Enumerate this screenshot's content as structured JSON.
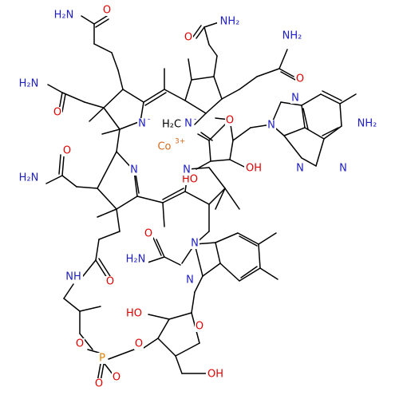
{
  "molecule": {
    "atoms": {
      "o_top1": {
        "text": "O",
        "color": "#e00000"
      },
      "nh2_top1": {
        "text": "H₂N",
        "color": "#2020c0"
      },
      "o_top2": {
        "text": "O",
        "color": "#e00000"
      },
      "nh2_top2": {
        "text": "NH₂",
        "color": "#2020c0"
      },
      "nh2_top3": {
        "text": "NH₂",
        "color": "#2020c0"
      },
      "o_top3": {
        "text": "O",
        "color": "#e00000"
      },
      "nh2_left1": {
        "text": "H₂N",
        "color": "#2020c0"
      },
      "o_left1": {
        "text": "O",
        "color": "#e00000"
      },
      "n_pyrrole1": {
        "text": "N",
        "color": "#2020c0"
      },
      "n_pyrrole1_charge": {
        "text": "-",
        "color": "#2020c0"
      },
      "h2c": {
        "text": "H₂C",
        "color": "#000000"
      },
      "n_minus2": {
        "text": "N",
        "color": "#2020c0"
      },
      "n_minus2_charge": {
        "text": "-",
        "color": "#2020c0"
      },
      "co": {
        "text": "Co",
        "color": "#d2691e"
      },
      "co_charge": {
        "text": "3+",
        "color": "#d2691e"
      },
      "o_ribose": {
        "text": "O",
        "color": "#e00000"
      },
      "n_ad1": {
        "text": "N",
        "color": "#2020c0"
      },
      "n_ad2": {
        "text": "N",
        "color": "#2020c0"
      },
      "n_ad3": {
        "text": "N",
        "color": "#2020c0"
      },
      "n_ad4": {
        "text": "N",
        "color": "#2020c0"
      },
      "nh2_ad": {
        "text": "NH₂",
        "color": "#2020c0"
      },
      "oh_ribose1": {
        "text": "OH",
        "color": "#e00000"
      },
      "ho_ribose2": {
        "text": "HO",
        "color": "#e00000"
      },
      "o_left2": {
        "text": "O",
        "color": "#e00000"
      },
      "nh2_left2": {
        "text": "H₂N",
        "color": "#2020c0"
      },
      "n_ring3": {
        "text": "N",
        "color": "#2020c0"
      },
      "n_ring4": {
        "text": "N",
        "color": "#2020c0"
      },
      "o_amide4": {
        "text": "O",
        "color": "#e00000"
      },
      "nh2_amide4": {
        "text": "H₂N",
        "color": "#2020c0"
      },
      "n_bzim1": {
        "text": "N",
        "color": "#2020c0"
      },
      "n_bzim2": {
        "text": "N",
        "color": "#2020c0"
      },
      "nh_link": {
        "text": "NH",
        "color": "#2020c0"
      },
      "o_link": {
        "text": "O",
        "color": "#e00000"
      },
      "ho_sugar": {
        "text": "HO",
        "color": "#e00000"
      },
      "o_sugar_ring": {
        "text": "O",
        "color": "#e00000"
      },
      "o_p1": {
        "text": "O",
        "color": "#e00000"
      },
      "o_p2": {
        "text": "O",
        "color": "#e00000"
      },
      "p": {
        "text": "P",
        "color": "#e08000"
      },
      "o_p3": {
        "text": "O",
        "color": "#e00000"
      },
      "o_p4": {
        "text": "O",
        "color": "#e00000"
      },
      "oh_sugar": {
        "text": "OH",
        "color": "#e00000"
      }
    }
  }
}
